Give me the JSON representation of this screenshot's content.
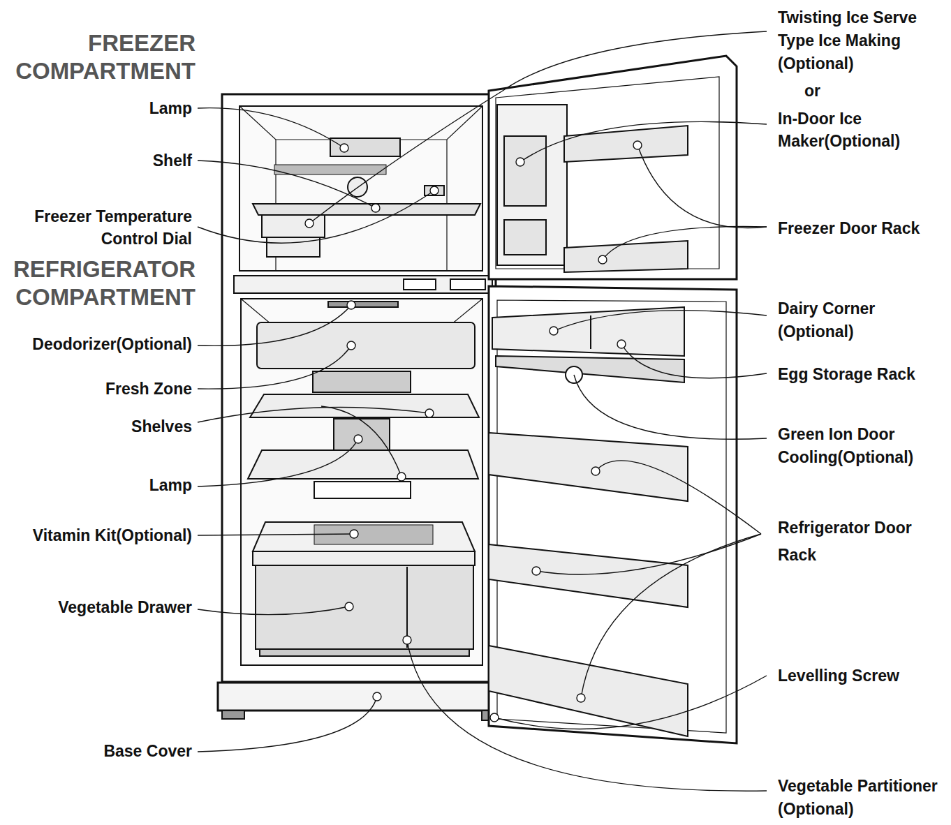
{
  "diagram": {
    "labels": [
      "FREEZER COMPARTMENT",
      "Lamp",
      "Shelf",
      "Freezer Temperature Control Dial",
      "REFRIGERATOR COMPARTMENT",
      "Deodorizer(Optional)",
      "Fresh Zone",
      "Shelves",
      "Lamp",
      "Vitamin Kit(Optional)",
      "Vegetable Drawer",
      "Base Cover",
      "Twisting Ice Serve Type Ice Making (Optional)",
      "or",
      "In-Door Ice Maker(Optional)",
      "Freezer Door Rack",
      "Dairy Corner (Optional)",
      "Egg Storage Rack",
      "Green Ion Door Cooling(Optional)",
      "Refrigerator Door Rack",
      "Levelling Screw",
      "Vegetable Partitioner (Optional)"
    ]
  }
}
